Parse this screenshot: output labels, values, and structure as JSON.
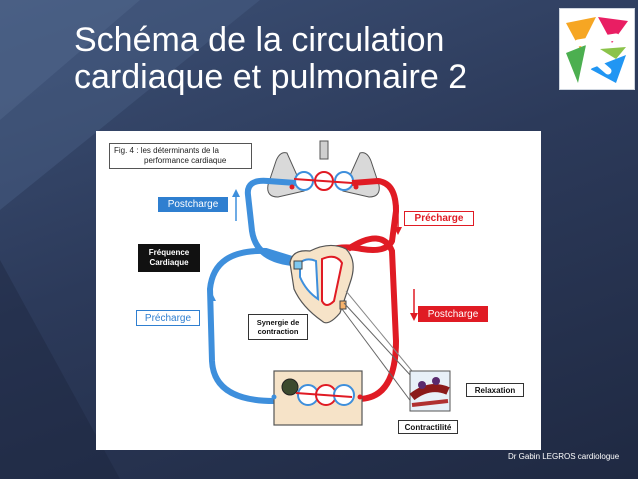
{
  "title": {
    "line1": "Schéma de la circulation",
    "line2": "cardiaque et pulmonaire 2"
  },
  "figure": {
    "caption_line1": "Fig. 4 : les déterminants de la",
    "caption_line2": "performance cardiaque",
    "labels": {
      "postcharge_blue": "Postcharge",
      "precharge_red": "Précharge",
      "frequence_line1": "Fréquence",
      "frequence_line2": "Cardiaque",
      "precharge_blue": "Précharge",
      "postcharge_red": "Postcharge",
      "synergie_line1": "Synergie de",
      "synergie_line2": "contraction",
      "relaxation": "Relaxation",
      "contractilite": "Contractilité"
    }
  },
  "footer": "Dr Gabin LEGROS cardiologue",
  "colors": {
    "venous_blue": "#3e8fdc",
    "arterial_red": "#e01b24",
    "label_blue": "#2f7fd0",
    "label_red": "#e01b24"
  },
  "icons": {
    "logo": "running-person-logo",
    "lungs": "lungs-icon",
    "heart": "heart-icon",
    "body": "body-organs-icon",
    "muscle": "muscle-fiber-icon"
  }
}
